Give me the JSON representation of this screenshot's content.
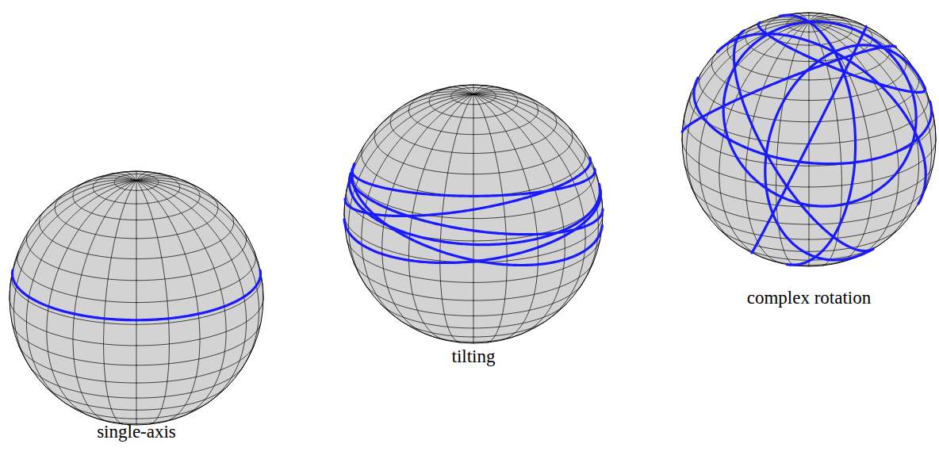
{
  "diagram": {
    "labels": [
      "single-axis",
      "tilting",
      "complex rotation"
    ]
  }
}
